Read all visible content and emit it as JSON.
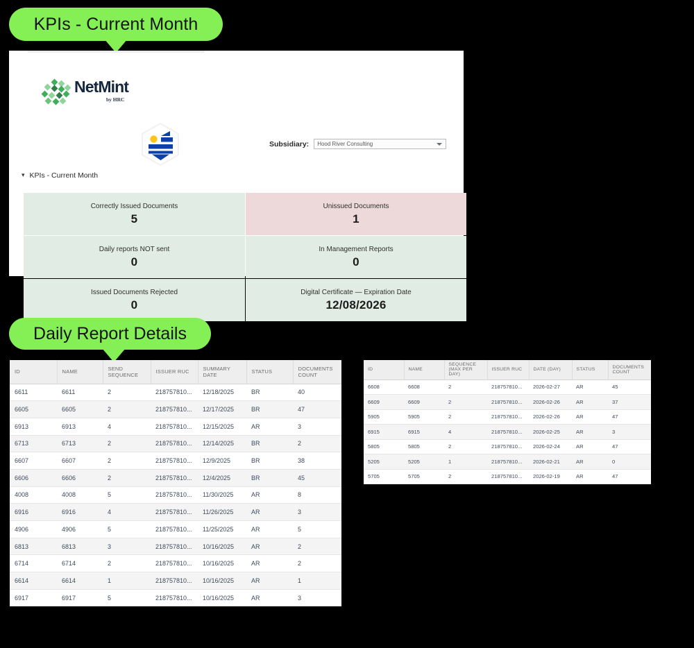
{
  "callouts": {
    "kpis": "KPIs - Current Month",
    "daily": "Daily Report Details"
  },
  "panel": {
    "logo": {
      "wordmark": "NetMint",
      "subtext": "by HRC",
      "flag_icon": "uruguay-flag-hexagon-icon"
    },
    "subsidiary": {
      "label": "Subsidiary:",
      "value": "Hood River Consulting",
      "placeholder": "Hood River Consulting"
    },
    "section": {
      "title": "KPIs - Current Month",
      "chevron": "chevron-down-icon"
    },
    "kpis": [
      {
        "label": "Correctly Issued Documents",
        "value": "5",
        "tone": "green"
      },
      {
        "label": "Unissued Documents",
        "value": "1",
        "tone": "pink"
      },
      {
        "label": "Daily reports NOT sent",
        "value": "0",
        "tone": "green"
      },
      {
        "label": "In Management Reports",
        "value": "0",
        "tone": "green"
      },
      {
        "label": "Issued Documents Rejected",
        "value": "0",
        "tone": "green"
      },
      {
        "label": "Digital Certificate — Expiration Date",
        "value": "12/08/2026",
        "tone": "green"
      }
    ]
  },
  "tables": {
    "daily_reports": {
      "columns": [
        {
          "line1": "ID",
          "line2": ""
        },
        {
          "line1": "NAME",
          "line2": ""
        },
        {
          "line1": "SEND",
          "line2": "SEQUENCE"
        },
        {
          "line1": "ISSUER RUC",
          "line2": ""
        },
        {
          "line1": "SUMMARY",
          "line2": "DATE"
        },
        {
          "line1": "STATUS",
          "line2": ""
        },
        {
          "line1": "DOCUMENTS",
          "line2": "COUNT"
        }
      ],
      "rows": [
        [
          "6611",
          "6611",
          "2",
          "218757810...",
          "12/18/2025",
          "BR",
          "40"
        ],
        [
          "6605",
          "6605",
          "2",
          "218757810...",
          "12/17/2025",
          "BR",
          "47"
        ],
        [
          "6913",
          "6913",
          "4",
          "218757810...",
          "12/15/2025",
          "AR",
          "3"
        ],
        [
          "6713",
          "6713",
          "2",
          "218757810...",
          "12/14/2025",
          "BR",
          "2"
        ],
        [
          "6607",
          "6607",
          "2",
          "218757810...",
          "12/9/2025",
          "BR",
          "38"
        ],
        [
          "6606",
          "6606",
          "2",
          "218757810...",
          "12/4/2025",
          "BR",
          "45"
        ],
        [
          "4008",
          "4008",
          "5",
          "218757810...",
          "11/30/2025",
          "AR",
          "8"
        ],
        [
          "6916",
          "6916",
          "4",
          "218757810...",
          "11/26/2025",
          "AR",
          "3"
        ],
        [
          "4906",
          "4906",
          "5",
          "218757810...",
          "11/25/2025",
          "AR",
          "5"
        ],
        [
          "6813",
          "6813",
          "3",
          "218757810...",
          "10/16/2025",
          "AR",
          "2"
        ],
        [
          "6714",
          "6714",
          "2",
          "218757810...",
          "10/16/2025",
          "AR",
          "2"
        ],
        [
          "6614",
          "6614",
          "1",
          "218757810...",
          "10/16/2025",
          "AR",
          "1"
        ],
        [
          "6917",
          "6917",
          "5",
          "218757810...",
          "10/16/2025",
          "AR",
          "3"
        ]
      ]
    },
    "sequence_summary": {
      "columns": [
        {
          "line1": "ID",
          "line2": ""
        },
        {
          "line1": "NAME",
          "line2": ""
        },
        {
          "line1": "SEQUENCE",
          "line2": "(MAX PER DAY)"
        },
        {
          "line1": "ISSUER RUC",
          "line2": ""
        },
        {
          "line1": "DATE (DAY)",
          "line2": ""
        },
        {
          "line1": "STATUS",
          "line2": ""
        },
        {
          "line1": "DOCUMENTS",
          "line2": "COUNT"
        }
      ],
      "rows": [
        [
          "6608",
          "6608",
          "2",
          "218757810...",
          "2026-02-27",
          "AR",
          "45"
        ],
        [
          "6609",
          "6609",
          "2",
          "218757810...",
          "2026-02-26",
          "AR",
          "37"
        ],
        [
          "5905",
          "5905",
          "2",
          "218757810...",
          "2026-02-26",
          "AR",
          "47"
        ],
        [
          "6915",
          "6915",
          "4",
          "218757810...",
          "2026-02-25",
          "AR",
          "3"
        ],
        [
          "5805",
          "5805",
          "2",
          "218757810...",
          "2026-02-24",
          "AR",
          "47"
        ],
        [
          "5205",
          "5205",
          "1",
          "218757810...",
          "2026-02-21",
          "AR",
          "0"
        ],
        [
          "5705",
          "5705",
          "2",
          "218757810...",
          "2026-02-19",
          "AR",
          "47"
        ]
      ]
    }
  },
  "colors": {
    "callout_green": "#84f055",
    "kpi_green": "#e1ece4",
    "kpi_pink": "#eed9da",
    "brand_navy": "#15263f",
    "flag_blue": "#0b41a8",
    "flag_yellow": "#fbc418",
    "table_header_bg": "#eeeeee",
    "page_bg": "#000000"
  }
}
